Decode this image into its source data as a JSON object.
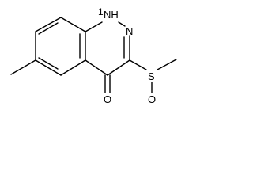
{
  "molecule": {
    "atom_labels": {
      "nh": "NH",
      "h": "1",
      "n": "N",
      "s": "S",
      "o_sulfinyl": "O",
      "o_keto": "O"
    }
  },
  "colors": {
    "bond": "#000000",
    "text": "#000000",
    "background": "#ffffff"
  }
}
